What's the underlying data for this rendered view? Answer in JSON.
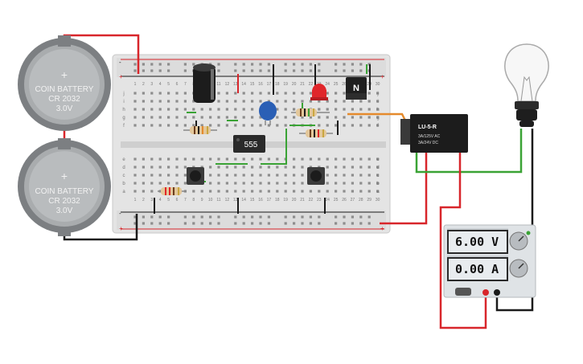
{
  "batteries": [
    {
      "label": "COIN BATTERY",
      "model": "CR 2032",
      "voltage": "3.0V",
      "plus": "+"
    },
    {
      "label": "COIN BATTERY",
      "model": "CR 2032",
      "voltage": "3.0V",
      "plus": "+"
    }
  ],
  "breadboard": {
    "rows_upper": [
      "j",
      "i",
      "h",
      "g",
      "f"
    ],
    "rows_lower": [
      "e",
      "d",
      "c",
      "b",
      "a"
    ],
    "columns": [
      "1",
      "2",
      "3",
      "4",
      "5",
      "6",
      "7",
      "8",
      "9",
      "10",
      "11",
      "12",
      "13",
      "14",
      "15",
      "16",
      "17",
      "18",
      "19",
      "20",
      "21",
      "22",
      "23",
      "24",
      "25",
      "26",
      "27",
      "28",
      "29",
      "30"
    ],
    "rail_plus": "+",
    "rail_minus": "-"
  },
  "ic": {
    "label": "555"
  },
  "transistor": {
    "label": "N"
  },
  "relay": {
    "model": "LU-5-R",
    "rating_ac": "3A/125V AC",
    "rating_dc": "3A/24V DC"
  },
  "power_supply": {
    "voltage": "6.00 V",
    "current": "0.00 A"
  },
  "colors": {
    "wire_red": "#d8262b",
    "wire_black": "#1b1b1b",
    "wire_green": "#3aa335",
    "wire_orange": "#e58a2c",
    "breadboard": "#e6e6e6"
  }
}
